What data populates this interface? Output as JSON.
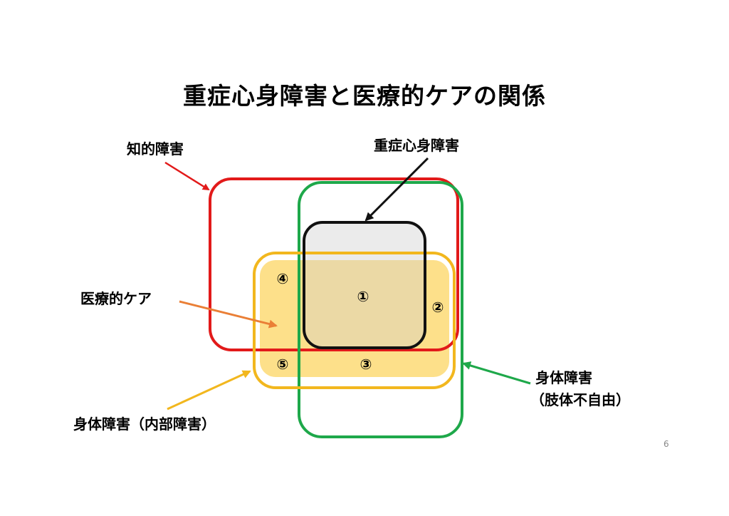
{
  "title": "重症心身障害と医療的ケアの関係",
  "labels": {
    "intellectual": "知的障害",
    "severe": "重症心身障害",
    "medical_care": "医療的ケア",
    "physical_limb_line1": "身体障害",
    "physical_limb_line2": "（肢体不自由）",
    "physical_internal": "身体障害（内部障害）"
  },
  "regions": {
    "r1": "①",
    "r2": "②",
    "r3": "③",
    "r4": "④",
    "r5": "⑤"
  },
  "page_number": "6",
  "colors": {
    "intellectual": "#e21a1a",
    "physical_limb": "#1ea84a",
    "physical_internal": "#f2b71e",
    "severe": "#111111",
    "medical_care_fill": "#fde08a",
    "severe_fill": "#ebebeb",
    "overlap_fill": "#ebd9a5",
    "medical_care_arrow": "#ea7f36"
  }
}
